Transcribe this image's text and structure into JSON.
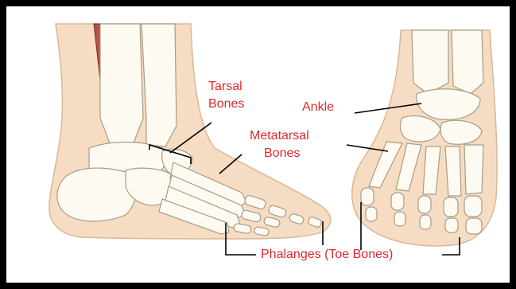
{
  "labels": {
    "tarsal": [
      "Tarsal",
      "Bones"
    ],
    "ankle": "Ankle",
    "metatarsal": [
      "Metatarsal",
      "Bones"
    ],
    "phalanges": "Phalanges (Toe Bones)"
  },
  "colors": {
    "label": "#e0282c",
    "skin": "#f6dcc2",
    "bone": "#fdfaf2",
    "bone_outline": "#a89c86",
    "muscle": "#b8504a",
    "leader_line": "#000000",
    "frame": "#000000"
  }
}
